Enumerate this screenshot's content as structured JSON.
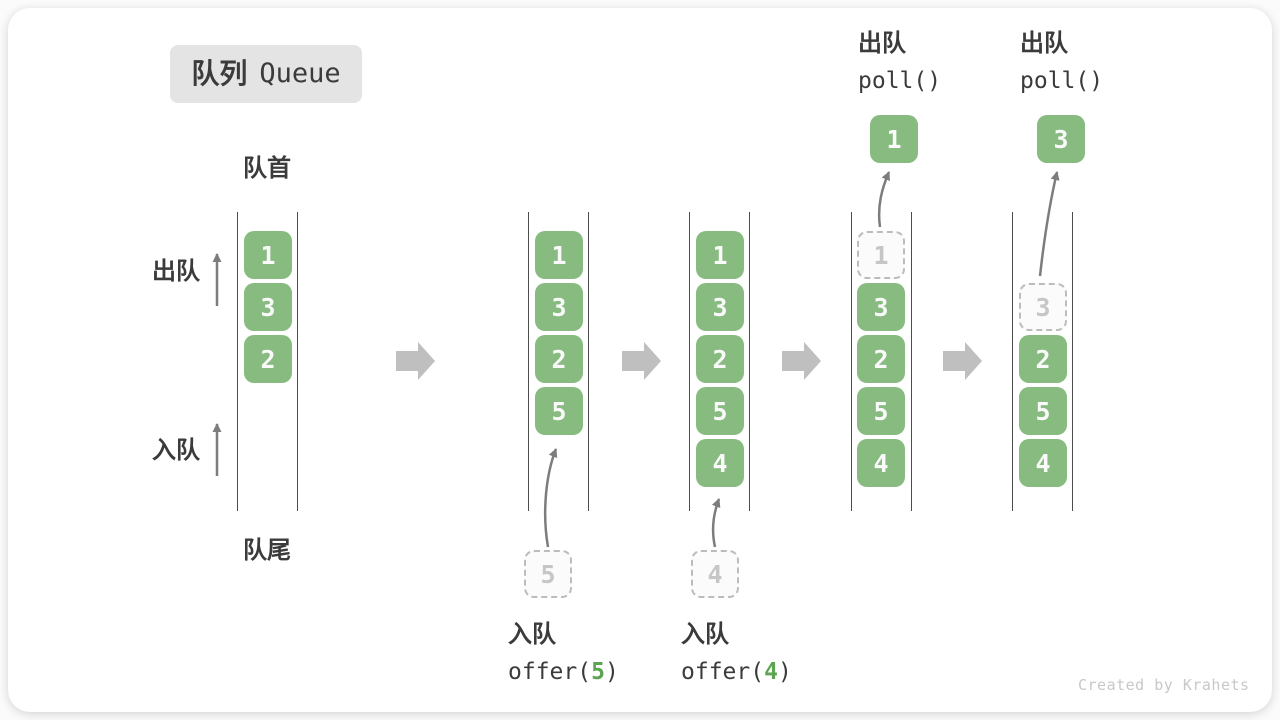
{
  "title": {
    "zh": "队列",
    "en": "Queue"
  },
  "labels": {
    "front": "队首",
    "rear": "队尾",
    "dequeue": "出队",
    "enqueue": "入队"
  },
  "ops": {
    "offer_5": {
      "label": "入队",
      "fn": "offer(",
      "arg": "5",
      "close": ")"
    },
    "offer_4": {
      "label": "入队",
      "fn": "offer(",
      "arg": "4",
      "close": ")"
    },
    "poll_1": {
      "label": "出队",
      "fn": "poll()"
    },
    "poll_2": {
      "label": "出队",
      "fn": "poll()"
    }
  },
  "states": [
    {
      "boxes": [
        "1",
        "3",
        "2"
      ]
    },
    {
      "boxes": [
        "1",
        "3",
        "2",
        "5"
      ],
      "incoming": "5"
    },
    {
      "boxes": [
        "1",
        "3",
        "2",
        "5",
        "4"
      ],
      "incoming": "4"
    },
    {
      "boxes": [
        "3",
        "2",
        "5",
        "4"
      ],
      "removed": "1",
      "result": "1"
    },
    {
      "boxes": [
        "2",
        "5",
        "4"
      ],
      "removed": "3",
      "result": "3"
    }
  ],
  "watermark": "Created by Krahets",
  "colors": {
    "item_green": "#87bb80",
    "item_text": "#fafafa",
    "arg_green": "#5ca352",
    "badge_bg": "#e4e4e4",
    "text_dark": "#3b3b3b",
    "thin_arrow": "#7d7d7d",
    "block_arrow": "#bfbfbf",
    "dashed_border": "#bcbcbc",
    "dashed_text": "#c6c6c6",
    "column_line": "#4d4d4d",
    "watermark_text": "#c8c8c8"
  }
}
